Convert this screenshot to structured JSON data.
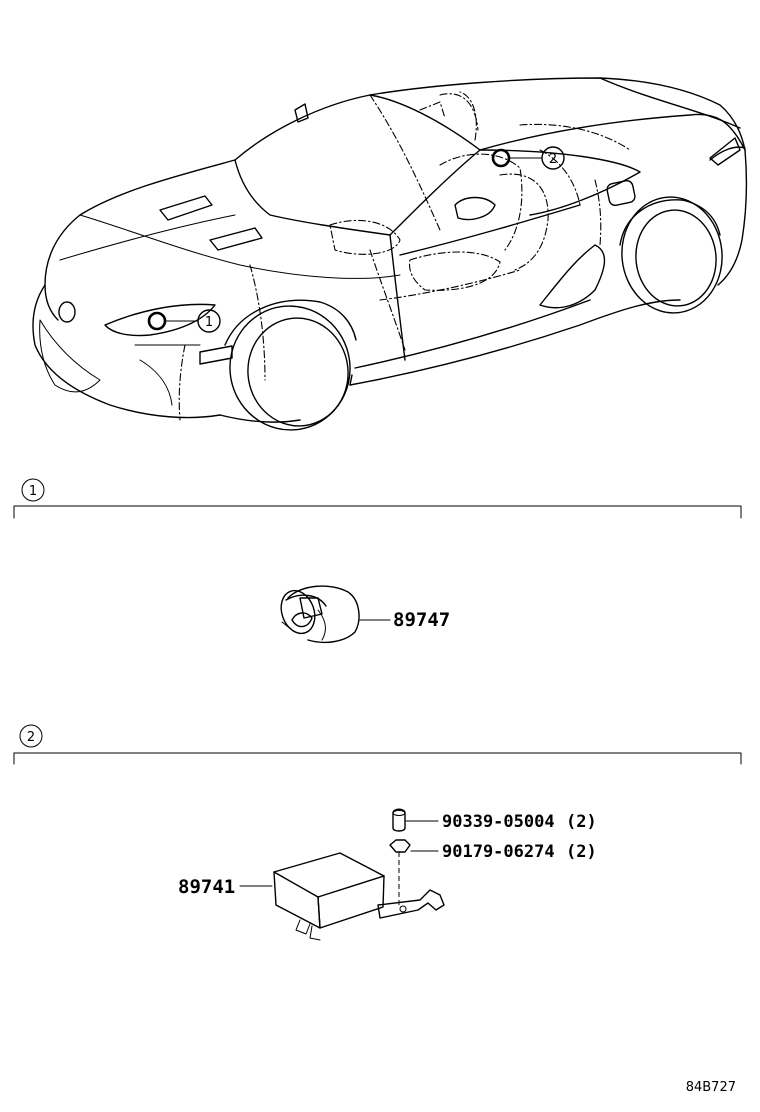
{
  "diagram": {
    "callouts": {
      "location_1": "1",
      "location_2": "2"
    },
    "sections": [
      {
        "number": "1",
        "parts": [
          {
            "code": "89747"
          }
        ]
      },
      {
        "number": "2",
        "parts": [
          {
            "code": "89741"
          },
          {
            "code": "90339-05004",
            "qty": "(2)"
          },
          {
            "code": "90179-06274",
            "qty": "(2)"
          }
        ]
      }
    ],
    "figure_code": "84B727"
  }
}
